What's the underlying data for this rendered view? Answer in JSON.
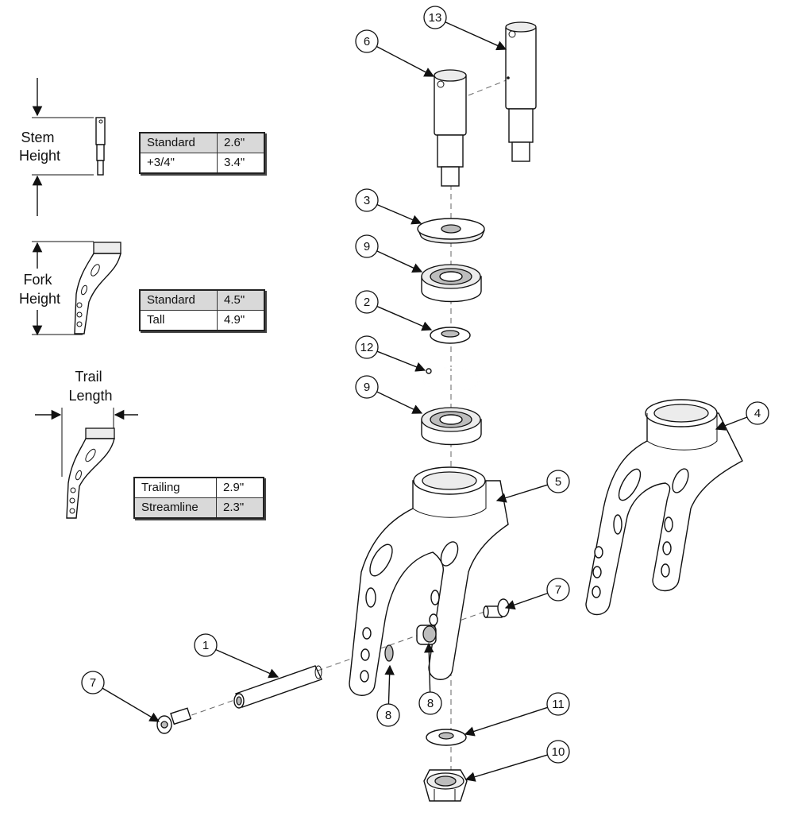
{
  "dimension_labels": {
    "stem_height": [
      "Stem",
      "Height"
    ],
    "fork_height": [
      "Fork",
      "Height"
    ],
    "trail_length": [
      "Trail",
      "Length"
    ]
  },
  "tables": {
    "stem": [
      {
        "label": "Standard",
        "value": "2.6\""
      },
      {
        "label": "+3/4\"",
        "value": "3.4\""
      }
    ],
    "fork": [
      {
        "label": "Standard",
        "value": "4.5\""
      },
      {
        "label": "Tall",
        "value": "4.9\""
      }
    ],
    "trail": [
      {
        "label": "Trailing",
        "value": "2.9\""
      },
      {
        "label": "Streamline",
        "value": "2.3\""
      }
    ]
  },
  "callouts": [
    "13",
    "6",
    "3",
    "9",
    "2",
    "12",
    "9",
    "4",
    "5",
    "7",
    "1",
    "7",
    "8",
    "8",
    "11",
    "10"
  ]
}
